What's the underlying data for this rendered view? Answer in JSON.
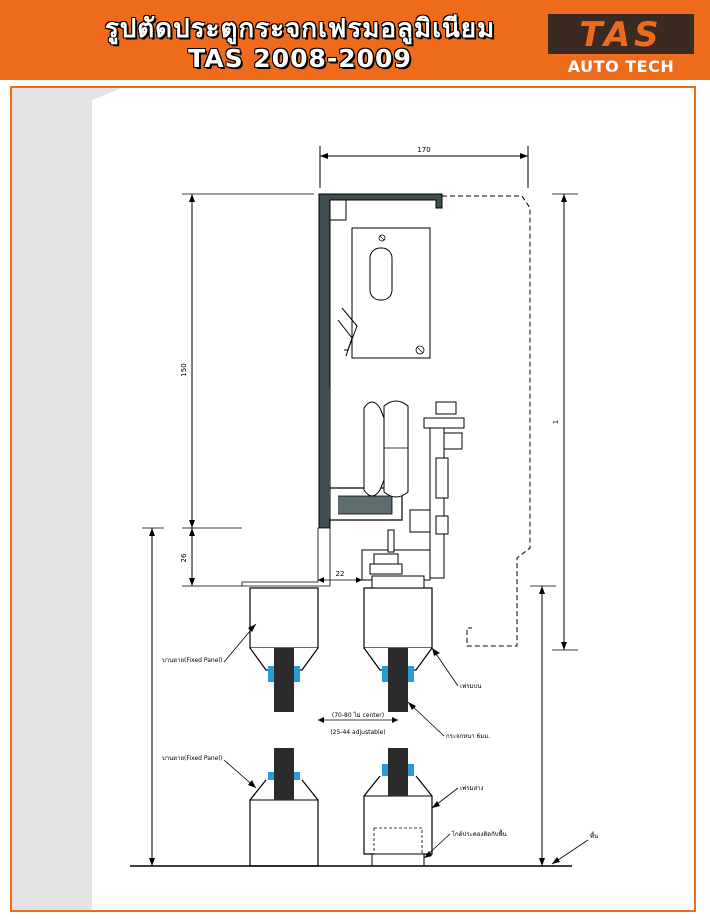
{
  "header": {
    "title_th": "รูปตัดประตูกระจกเฟรมอลูมิเนียม",
    "title_en": "TAS 2008-2009",
    "logo_text": "TAS",
    "logo_subtext": "AUTO TECH"
  },
  "colors": {
    "header_bg": "#ef6b1c",
    "frame_border": "#ef6b1c",
    "logo_bg": "#3a2a22",
    "profile_fill": "#3e4e4e",
    "glass_fill": "#2b2b2b",
    "rubber_fill": "#2a9bd6"
  },
  "drawing": {
    "dim_top_width": "170",
    "dim_height_upper": "150",
    "dim_height_track": "26",
    "dim_gap": "22",
    "dim_right_height": "1",
    "label_fixed_panel_top": "บานตาย(Fixed Panel)",
    "label_fixed_panel_bottom": "บานตาย(Fixed Panel)",
    "label_top_rail": "เฟรมบน",
    "label_glass": "กระจกหนา 6มม.",
    "label_center_distance": "(70-80 ไม่ center)",
    "label_center_distance_2": "(25-44 adjustable)",
    "label_bottom_rail": "เฟรมล่าง",
    "label_guide": "ไกด์ประคองติดกับพื้น",
    "label_floor": "พื้น"
  }
}
